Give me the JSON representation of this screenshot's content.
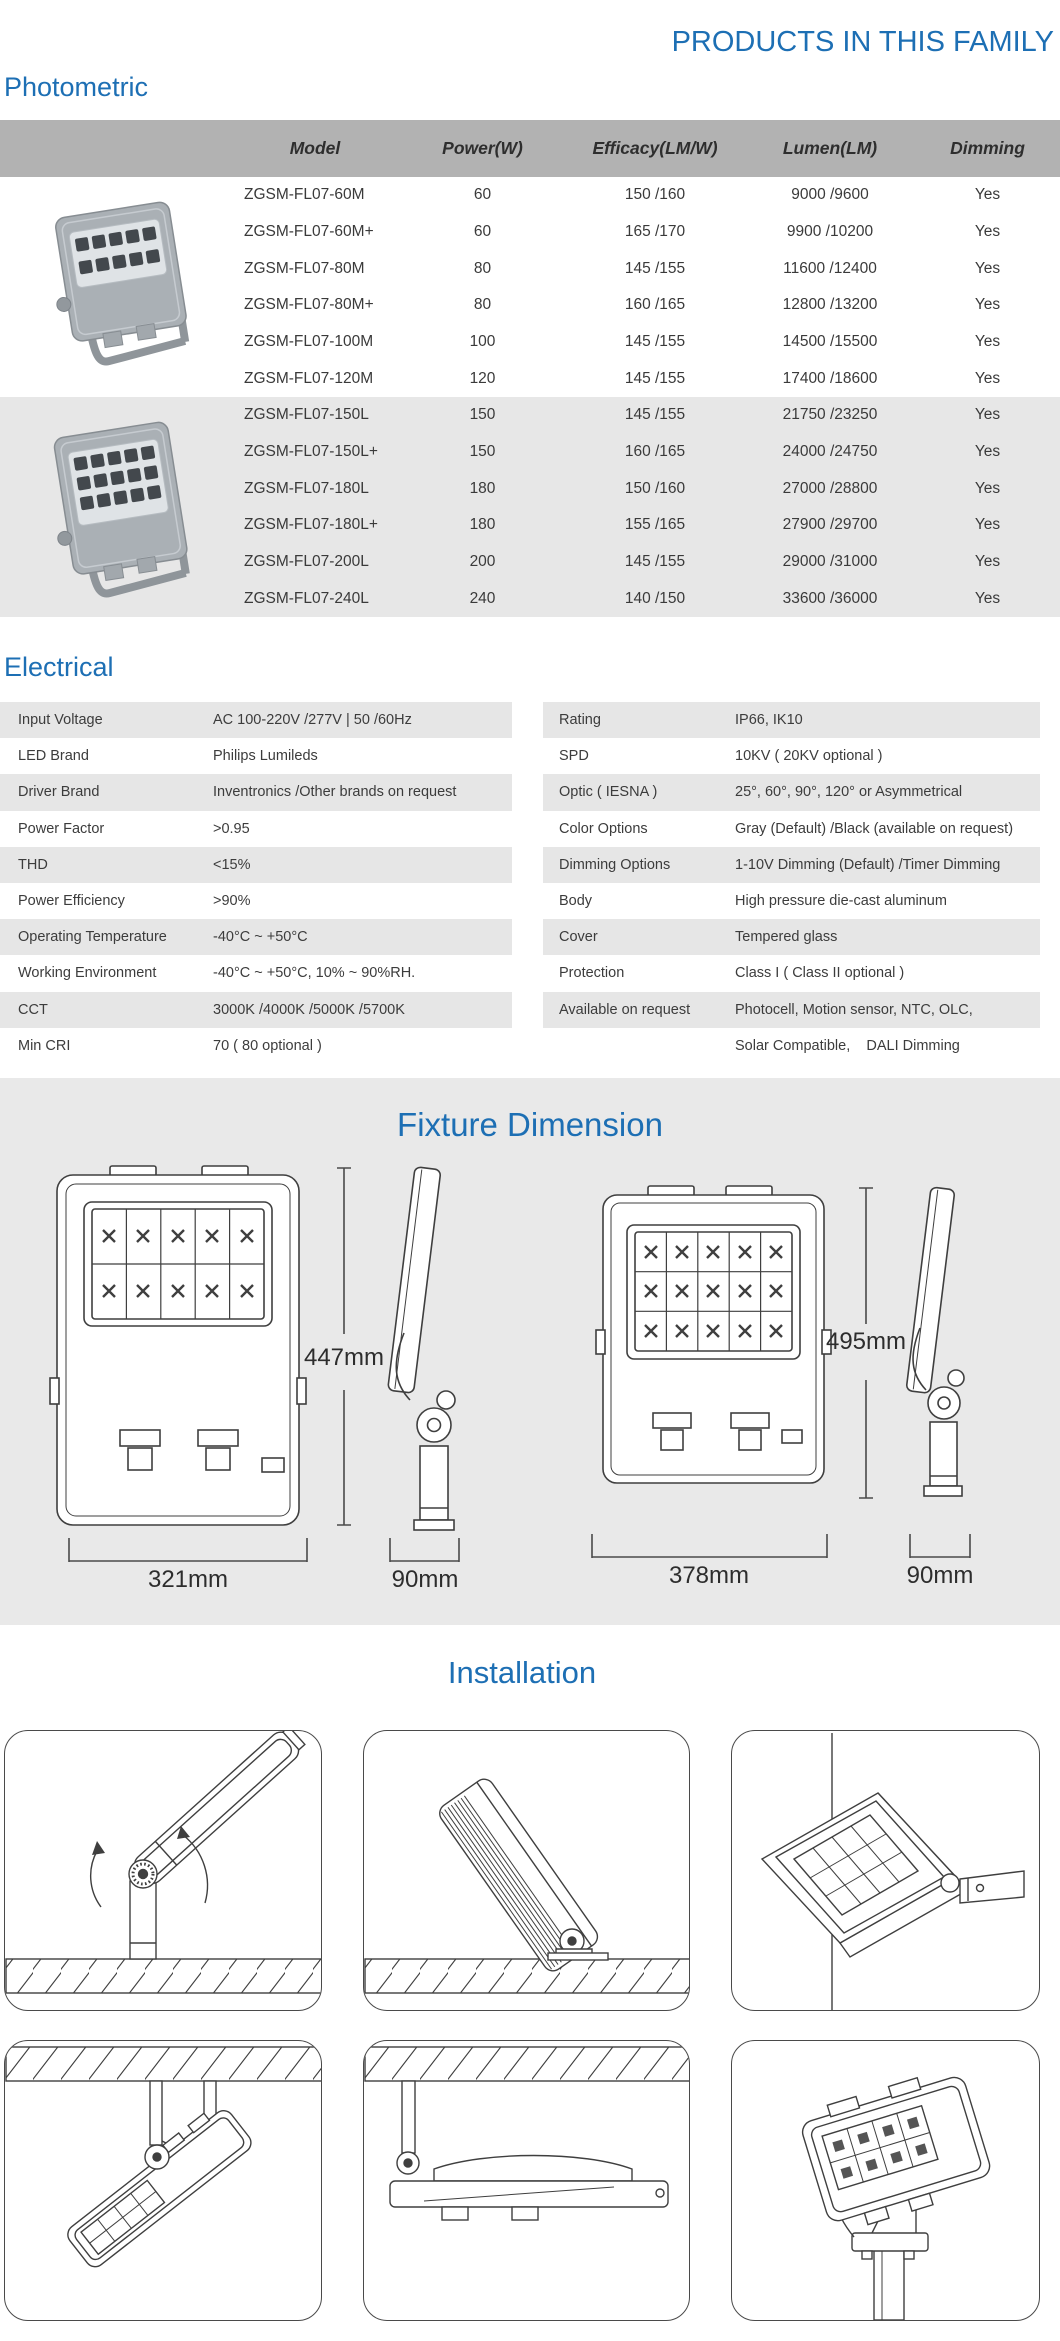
{
  "page": {
    "family_title": "PRODUCTS IN THIS FAMILY"
  },
  "photometric": {
    "title": "Photometric",
    "columns": [
      "Model",
      "Power(W)",
      "Efficacy(LM/W)",
      "Lumen(LM)",
      "Dimming"
    ],
    "rows": [
      {
        "model": "ZGSM-FL07-60M",
        "power": "60",
        "efficacy": "150 /160",
        "lumen": "9000 /9600",
        "dimming": "Yes"
      },
      {
        "model": "ZGSM-FL07-60M+",
        "power": "60",
        "efficacy": "165 /170",
        "lumen": "9900 /10200",
        "dimming": "Yes"
      },
      {
        "model": "ZGSM-FL07-80M",
        "power": "80",
        "efficacy": "145 /155",
        "lumen": "11600 /12400",
        "dimming": "Yes"
      },
      {
        "model": "ZGSM-FL07-80M+",
        "power": "80",
        "efficacy": "160 /165",
        "lumen": "12800 /13200",
        "dimming": "Yes"
      },
      {
        "model": "ZGSM-FL07-100M",
        "power": "100",
        "efficacy": "145 /155",
        "lumen": "14500 /15500",
        "dimming": "Yes"
      },
      {
        "model": "ZGSM-FL07-120M",
        "power": "120",
        "efficacy": "145 /155",
        "lumen": "17400 /18600",
        "dimming": "Yes"
      },
      {
        "model": "ZGSM-FL07-150L",
        "power": "150",
        "efficacy": "145 /155",
        "lumen": "21750 /23250",
        "dimming": "Yes"
      },
      {
        "model": "ZGSM-FL07-150L+",
        "power": "150",
        "efficacy": "160 /165",
        "lumen": "24000 /24750",
        "dimming": "Yes"
      },
      {
        "model": "ZGSM-FL07-180L",
        "power": "180",
        "efficacy": "150 /160",
        "lumen": "27000 /28800",
        "dimming": "Yes"
      },
      {
        "model": "ZGSM-FL07-180L+",
        "power": "180",
        "efficacy": "155 /165",
        "lumen": "27900 /29700",
        "dimming": "Yes"
      },
      {
        "model": "ZGSM-FL07-200L",
        "power": "200",
        "efficacy": "145 /155",
        "lumen": "29000 /31000",
        "dimming": "Yes"
      },
      {
        "model": "ZGSM-FL07-240L",
        "power": "240",
        "efficacy": "140 /150",
        "lumen": "33600 /36000",
        "dimming": "Yes"
      }
    ]
  },
  "electrical": {
    "title": "Electrical",
    "left": [
      {
        "label": "Input Voltage",
        "value": "AC 100-220V /277V | 50 /60Hz"
      },
      {
        "label": "LED Brand",
        "value": "Philips Lumileds"
      },
      {
        "label": "Driver Brand",
        "value": "Inventronics /Other brands on request"
      },
      {
        "label": "Power Factor",
        "value": ">0.95"
      },
      {
        "label": "THD",
        "value": "<15%"
      },
      {
        "label": "Power Efficiency",
        "value": ">90%"
      },
      {
        "label": "Operating Temperature",
        "value": "-40°C ~ +50°C"
      },
      {
        "label": "Working Environment",
        "value": "-40°C ~ +50°C, 10% ~ 90%RH."
      },
      {
        "label": "CCT",
        "value": "3000K /4000K /5000K /5700K"
      },
      {
        "label": "Min CRI",
        "value": "70 ( 80 optional )"
      }
    ],
    "right": [
      {
        "label": "Rating",
        "value": "IP66, IK10"
      },
      {
        "label": "SPD",
        "value": "10KV ( 20KV optional )"
      },
      {
        "label": "Optic ( IESNA )",
        "value": "25°, 60°, 90°, 120° or Asymmetrical"
      },
      {
        "label": "Color Options",
        "value": "Gray (Default) /Black (available on request)"
      },
      {
        "label": "Dimming Options",
        "value": "1-10V Dimming (Default) /Timer Dimming"
      },
      {
        "label": "Body",
        "value": "High pressure die-cast aluminum"
      },
      {
        "label": "Cover",
        "value": "Tempered glass"
      },
      {
        "label": "Protection",
        "value": "Class I ( Class II optional )"
      },
      {
        "label": "Available on request",
        "value": "Photocell, Motion sensor, NTC, OLC,"
      },
      {
        "label": "",
        "value": "Solar Compatible,    DALI Dimming"
      }
    ]
  },
  "dimensions": {
    "title": "Fixture Dimension",
    "front_height_1": "447mm",
    "front_width_1": "321mm",
    "side_depth_1": "90mm",
    "front_height_2": "495mm",
    "front_width_2": "378mm",
    "side_depth_2": "90mm"
  },
  "installation": {
    "title": "Installation"
  },
  "colors": {
    "accent_blue": "#1d6fb4",
    "header_gray": "#b2b2b2",
    "row_gray": "#e7e7e7",
    "panel_gray": "#e9e9e9"
  }
}
